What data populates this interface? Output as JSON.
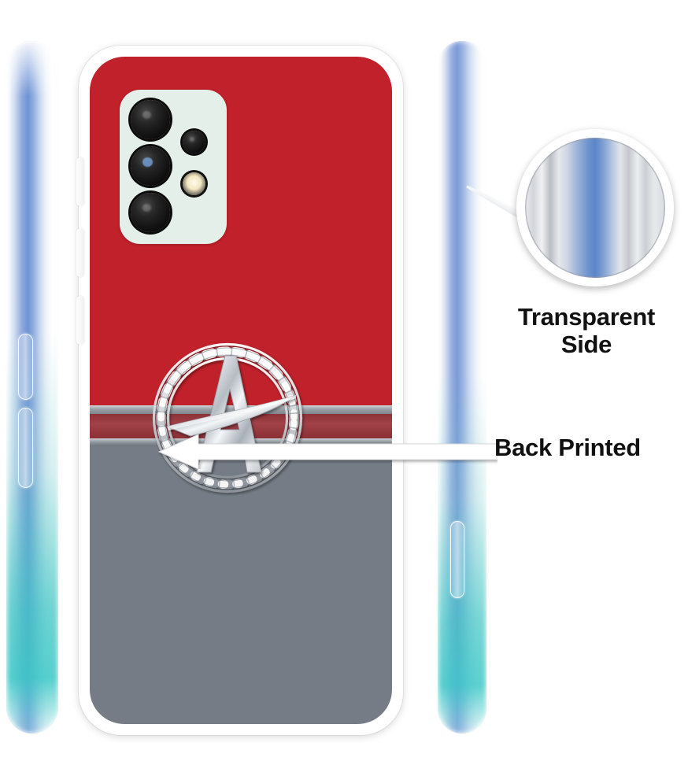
{
  "scene": {
    "kind": "product-listing-image",
    "subject": "printed phone back case with side views"
  },
  "callouts": [
    {
      "id": "transparent-side",
      "label_line1": "Transparent",
      "label_line2": "Side",
      "marker": "magnifier-circle",
      "points_to": "right phone side edge"
    },
    {
      "id": "back-printed",
      "label": "Back Printed",
      "marker": "arrow-left",
      "points_to": "printed back of case"
    }
  ],
  "case_art": {
    "top_field_color": "#c0212a",
    "bottom_field_color": "#757c85",
    "stripe_silver": "#9aa0a6",
    "stripe_dark_red": "#8e3238",
    "emblem": {
      "letter": "A",
      "style": "chrome-silver",
      "ring": "celtic-braid-rope",
      "ring_color": "#d8dadd"
    },
    "camera_module": {
      "housing_color": "#e3efe8",
      "lens_count": 3,
      "sensor_count": 1,
      "flash_count": 1
    }
  },
  "side_views": {
    "left": {
      "finish": "iridescent-blue-teal",
      "buttons": [
        "volume",
        "power"
      ]
    },
    "right": {
      "finish": "iridescent-blue-teal",
      "buttons": [
        "sim-tray"
      ]
    }
  },
  "magnifier": {
    "content": "transparent glossy side edge",
    "highlight_color": "#5b86c9"
  }
}
